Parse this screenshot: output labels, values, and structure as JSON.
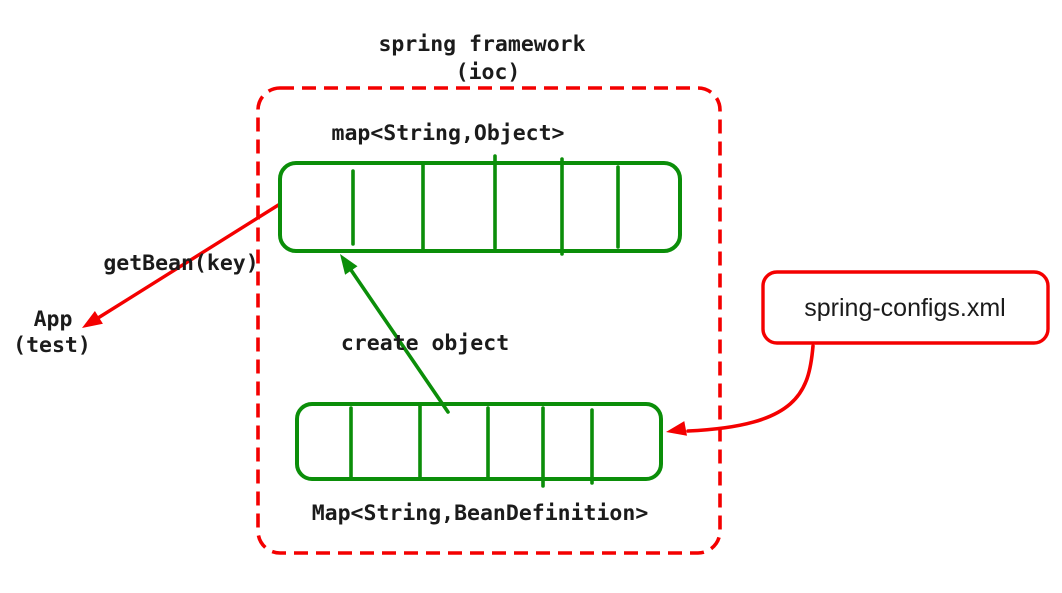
{
  "colors": {
    "red": "#f40000",
    "green": "#0b8e09",
    "ink": "#1b1b1b"
  },
  "diagram": {
    "title": {
      "line1": "spring framework",
      "line2": "(ioc)"
    },
    "ioc_container": {
      "singleton_map_label": "map<String,Object>",
      "create_object_label": "create object",
      "bean_definition_map_label": "Map<String,BeanDefinition>"
    },
    "client": {
      "call_label": "getBean(key)",
      "name_line1": "App",
      "name_line2": "(test)"
    },
    "config": {
      "file_label": "spring-configs.xml"
    }
  }
}
